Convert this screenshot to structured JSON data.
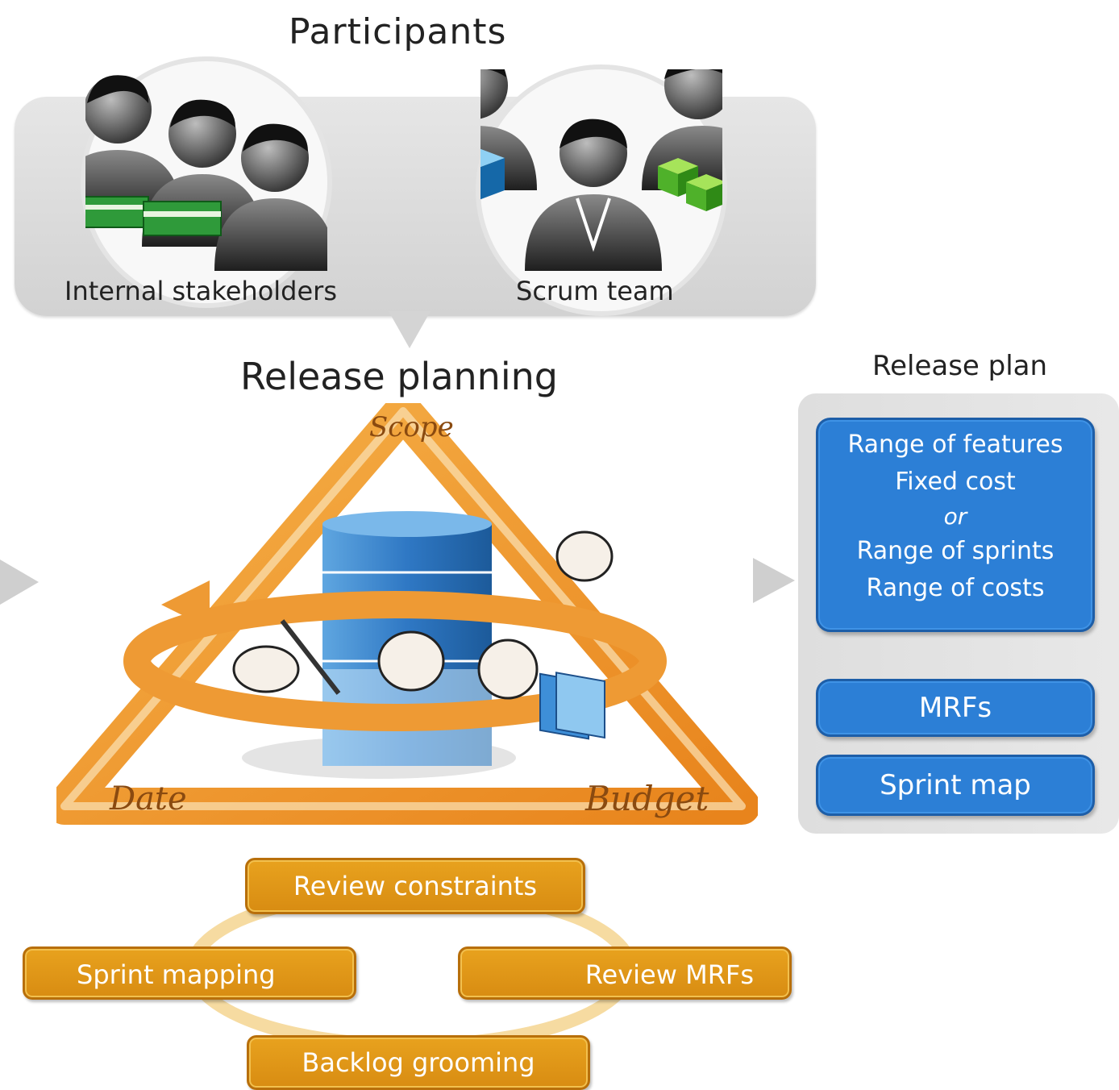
{
  "participants": {
    "title": "Participants",
    "groups": [
      {
        "label": "Internal stakeholders"
      },
      {
        "label": "Scrum team"
      }
    ]
  },
  "release_planning": {
    "title": "Release planning",
    "constraints": {
      "top": "Scope",
      "bottom_left": "Date",
      "bottom_right": "Budget"
    },
    "activities": [
      "Review constraints",
      "Sprint mapping",
      "Review MRFs",
      "Backlog grooming"
    ]
  },
  "release_plan": {
    "title": "Release plan",
    "options_lines": [
      "Range of features",
      "Fixed cost",
      "or",
      "Range of sprints",
      "Range of costs"
    ],
    "mrfs": "MRFs",
    "sprint_map": "Sprint map"
  },
  "colors": {
    "panel_gray": "#d8d8d8",
    "plan_blue": "#2c7fd6",
    "activity_orange": "#e09818",
    "triangle_orange": "#f0a030"
  }
}
